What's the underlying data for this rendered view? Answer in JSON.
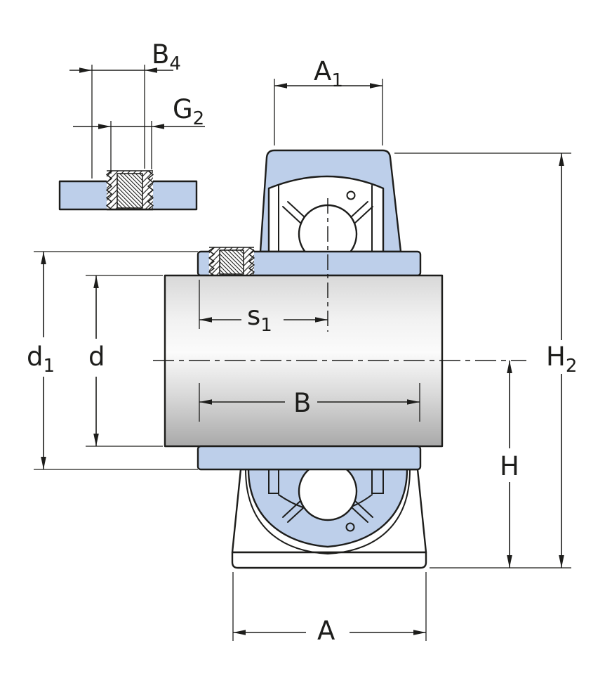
{
  "diagram": {
    "colors": {
      "housing": "#BDCFEA",
      "line": "#1D1D1B",
      "shaft_light": "#FBFBFB",
      "shaft_dark": "#A9A9A9"
    },
    "labels": {
      "b4": {
        "main": "B",
        "sub": "4"
      },
      "g2": {
        "main": "G",
        "sub": "2"
      },
      "a1": {
        "main": "A",
        "sub": "1"
      },
      "s1": {
        "main": "s",
        "sub": "1"
      },
      "d1": {
        "main": "d",
        "sub": "1"
      },
      "d": {
        "main": "d",
        "sub": ""
      },
      "b": {
        "main": "B",
        "sub": ""
      },
      "h": {
        "main": "H",
        "sub": ""
      },
      "h2": {
        "main": "H",
        "sub": "2"
      },
      "a": {
        "main": "A",
        "sub": ""
      }
    }
  }
}
